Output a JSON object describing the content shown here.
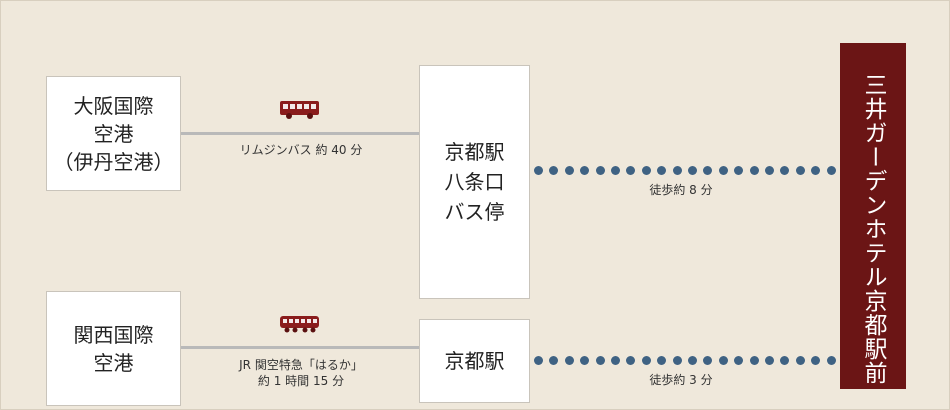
{
  "origins": {
    "itami": "大阪国際\n空港\n（伊丹空港）",
    "kansai": "関西国際\n空港"
  },
  "stops": {
    "bus_stop": "京都駅\n八条口\nバス停",
    "kyoto_station": "京都駅"
  },
  "destination": "三井ガーデンホテル京都駅前",
  "routes": {
    "limousine": {
      "icon": "bus-icon",
      "caption": "リムジンバス 約 40 分"
    },
    "haruka": {
      "icon": "train-icon",
      "caption": "JR 関空特急「はるか」\n約 1 時間 15 分"
    },
    "walk_top": {
      "caption": "徒歩約 8 分"
    },
    "walk_bottom": {
      "caption": "徒歩約 3 分"
    }
  },
  "colors": {
    "background": "#efe8db",
    "dest_fill": "#6b1515",
    "dots": "#3f6283",
    "line": "#b9b9b9",
    "icon": "#8a1c1c"
  }
}
